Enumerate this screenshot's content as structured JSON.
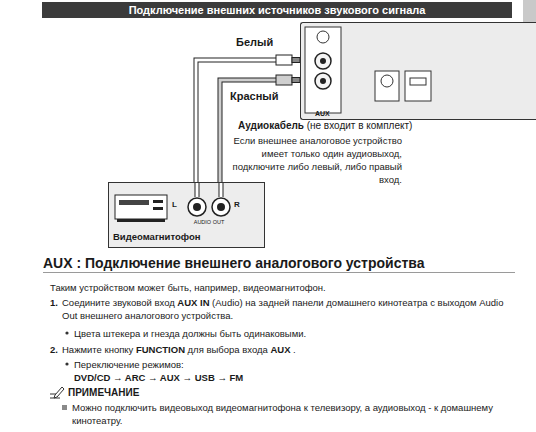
{
  "diagram": {
    "title": "Подключение внешних источников звукового сигнала",
    "nodes": [
      {
        "text": [
          "AUX"
        ]
      },
      {
        "text": [
          "Видеомагнитофон",
          "AUDIO OUT"
        ]
      }
    ],
    "edges": [
      {
        "from": 1,
        "to": 0,
        "arrow": "none"
      }
    ],
    "labels": [
      "Белый",
      "Красный",
      "Аудиокабель",
      "(не входит в комплект)",
      "Если внешнее аналоговое устройство имеет только один аудиовыход, подключите либо левый, либо правый вход.",
      "L",
      "R",
      "AUX : Подключение внешнего аналогового устройства",
      "Таким устройством может быть, например, видеомагнитофон.",
      "1.",
      "Соедините звуковой вход",
      "AUX IN",
      "(Audio) на задней панели домашнего кинотеатра с выходом Audio Out внешнего аналогового устройства.",
      "Цвета штекера и гнезда должны быть одинаковыми.",
      "2.",
      "Нажмите кнопку",
      "FUNCTION",
      "для выбора входа",
      "AUX",
      ".",
      "Переключение режимов:",
      "DVD/CD → ARC → AUX → USB → FM",
      "ПРИМЕЧАНИЕ",
      "Можно подключить видеовыход видеомагнитофона к телевизору, а аудиовыход - к домашнему кинотеатру."
    ]
  }
}
